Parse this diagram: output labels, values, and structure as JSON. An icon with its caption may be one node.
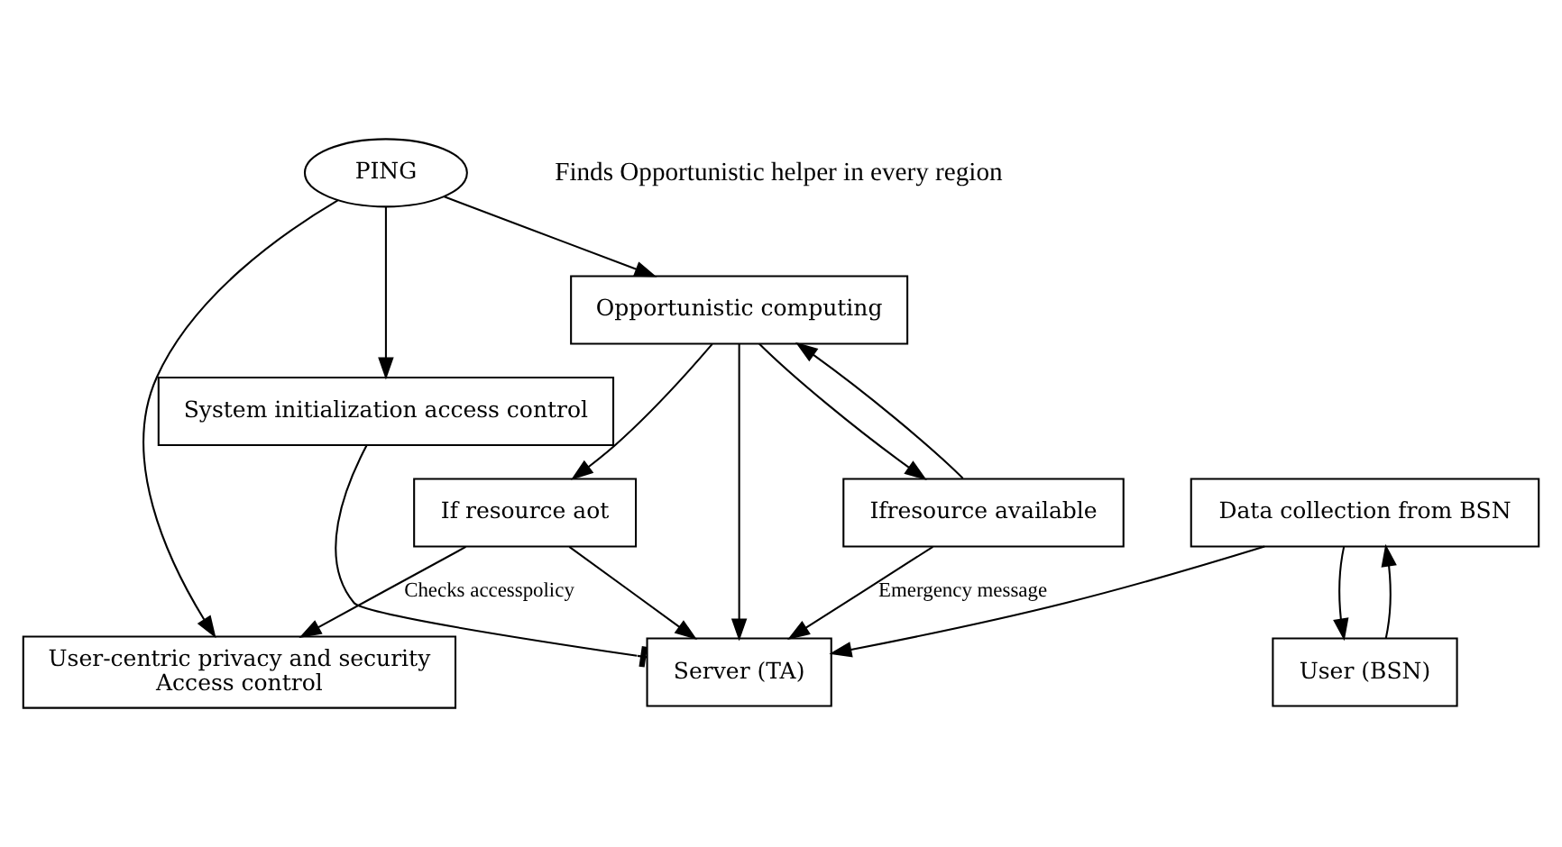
{
  "diagram": {
    "nodes": [
      {
        "text": [
          "PING"
        ]
      },
      {
        "text": [
          "System initialization access control"
        ]
      },
      {
        "text": [
          "User-centric privacy and security",
          "Access control"
        ]
      },
      {
        "text": [
          "Opportunistic computing"
        ]
      },
      {
        "text": [
          "Server (TA)"
        ]
      },
      {
        "text": [
          "Data collection from BSN"
        ]
      },
      {
        "text": [
          "If resource aot"
        ]
      },
      {
        "text": [
          "User (BSN)"
        ]
      },
      {
        "text": [
          "Ifresource available"
        ]
      }
    ],
    "edges": [
      {
        "from": 0,
        "to": 1,
        "arrow": "to"
      },
      {
        "from": 0,
        "to": 2,
        "arrow": "to"
      },
      {
        "from": 0,
        "to": 3,
        "arrow": "to"
      },
      {
        "from": 1,
        "to": 4,
        "arrow": "other"
      },
      {
        "from": 5,
        "to": 4,
        "arrow": "to"
      },
      {
        "from": 7,
        "to": 5,
        "arrow": "to"
      },
      {
        "from": 5,
        "to": 7,
        "arrow": "to"
      },
      {
        "from": 6,
        "to": 2,
        "label": "Checks accesspolicy",
        "arrow": "to"
      },
      {
        "from": 6,
        "to": 4,
        "arrow": "to"
      },
      {
        "from": 3,
        "to": 6,
        "arrow": "to"
      },
      {
        "from": 3,
        "to": 8,
        "arrow": "to"
      },
      {
        "from": 8,
        "to": 4,
        "label": "Emergency message",
        "arrow": "to"
      },
      {
        "from": 8,
        "to": 3,
        "arrow": "to"
      },
      {
        "from": 3,
        "to": 4,
        "arrow": "to"
      }
    ],
    "labels": [
      "Finds Opportunistic helper in every region"
    ]
  }
}
